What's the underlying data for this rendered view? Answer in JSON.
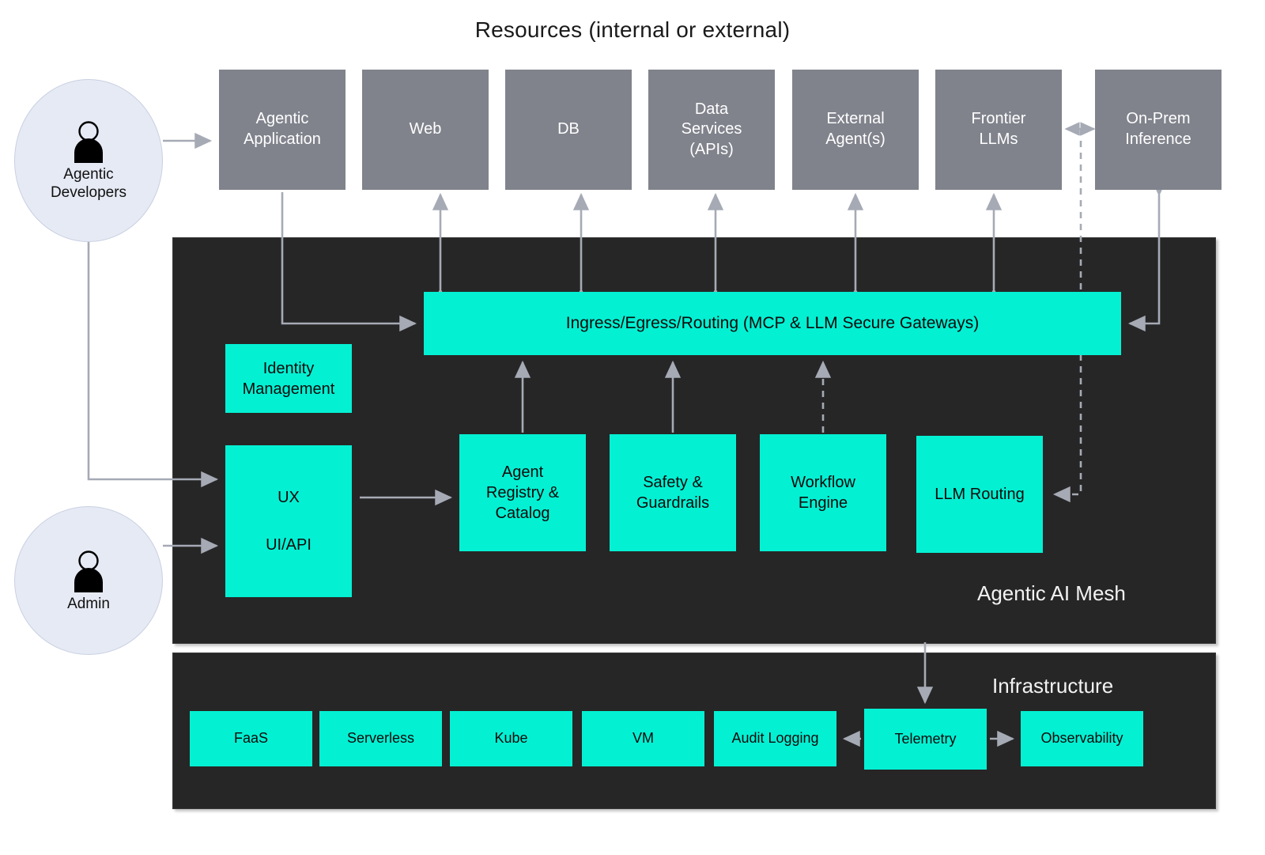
{
  "diagram": {
    "title": "Resources (internal or external)",
    "mesh_label": "Agentic AI Mesh",
    "infrastructure_label": "Infrastructure"
  },
  "colors": {
    "cyan": "#04f0d3",
    "gray_resource": "#80838c",
    "dark_panel": "#262626",
    "persona_fill": "#e6eaf4",
    "connector": "#a6aab5",
    "page_background": "#ffffff"
  },
  "personas": [
    {
      "id": "agentic-developers",
      "label": "Agentic\nDevelopers",
      "icon": "user-icon"
    },
    {
      "id": "admin",
      "label": "Admin",
      "icon": "user-icon"
    }
  ],
  "resources": [
    {
      "id": "agentic-application",
      "label": "Agentic\nApplication"
    },
    {
      "id": "web",
      "label": "Web"
    },
    {
      "id": "db",
      "label": "DB"
    },
    {
      "id": "data-services",
      "label": "Data\nServices\n(APIs)"
    },
    {
      "id": "external-agents",
      "label": "External\nAgent(s)"
    },
    {
      "id": "frontier-llms",
      "label": "Frontier\nLLMs"
    },
    {
      "id": "on-prem-inference",
      "label": "On-Prem\nInference"
    }
  ],
  "mesh": {
    "gateway": {
      "id": "ingress-egress-routing",
      "label": "Ingress/Egress/Routing (MCP & LLM Secure Gateways)"
    },
    "identity": {
      "id": "identity-management",
      "label": "Identity\nManagement"
    },
    "ux": {
      "id": "ux-ui-api",
      "line1": "UX",
      "line2": "UI/API"
    },
    "components": [
      {
        "id": "agent-registry-catalog",
        "label": "Agent\nRegistry &\nCatalog"
      },
      {
        "id": "safety-guardrails",
        "label": "Safety &\nGuardrails"
      },
      {
        "id": "workflow-engine",
        "label": "Workflow\nEngine"
      },
      {
        "id": "llm-routing",
        "label": "LLM Routing"
      }
    ]
  },
  "infrastructure": {
    "items": [
      {
        "id": "faas",
        "label": "FaaS"
      },
      {
        "id": "serverless",
        "label": "Serverless"
      },
      {
        "id": "kube",
        "label": "Kube"
      },
      {
        "id": "vm",
        "label": "VM"
      },
      {
        "id": "audit-logging",
        "label": "Audit Logging"
      },
      {
        "id": "telemetry",
        "label": "Telemetry"
      },
      {
        "id": "observability",
        "label": "Observability"
      }
    ]
  }
}
